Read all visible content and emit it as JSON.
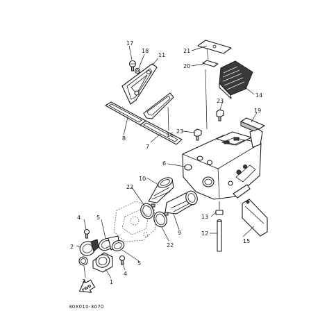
{
  "diagram": {
    "drawing_code": "30X010-3070",
    "fwd_label": "FWD",
    "callouts": {
      "c1": "1",
      "c2": "2",
      "c3": "3",
      "c4a": "4",
      "c4b": "4",
      "c5a": "5",
      "c5b": "5",
      "c6": "6",
      "c7": "7",
      "c8": "8",
      "c9": "9",
      "c10": "10",
      "c11": "11",
      "c12": "12",
      "c13": "13",
      "c14": "14",
      "c15": "15",
      "c16": "16",
      "c17": "17",
      "c18": "18",
      "c19": "19",
      "c20": "20",
      "c21": "21",
      "c22a": "22",
      "c22b": "22",
      "c23a": "23",
      "c23b": "23"
    }
  }
}
